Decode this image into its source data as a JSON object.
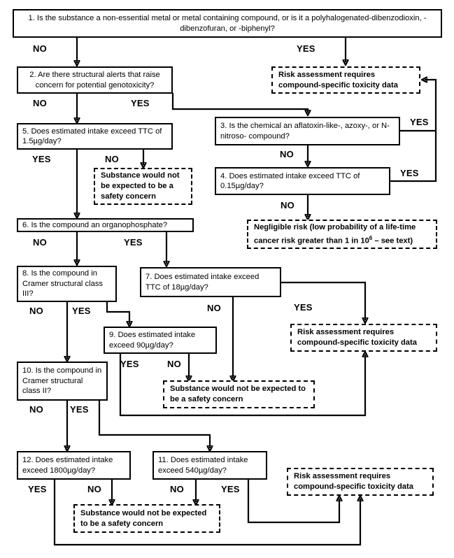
{
  "diagram": {
    "title": "TTC decision tree flowchart",
    "labels": {
      "yes": "YES",
      "no": "NO"
    },
    "nodes": {
      "q1": "1. Is the substance a non-essential metal or metal containing compound, or is it a polyhalogenated-dibenzodioxin, -dibenzofuran, or -biphenyl?",
      "q2": "2. Are there structural alerts that raise concern for potential genotoxicity?",
      "q3": "3. Is the chemical an aflatoxin-like-, azoxy-, or N-nitroso- compound?",
      "q4": "4. Does estimated intake exceed TTC of 0.15µg/day?",
      "q5": "5. Does estimated intake exceed TTC of 1.5µg/day?",
      "q6": "6. Is the compound an organophosphate?",
      "q7": "7. Does estimated intake exceed TTC of 18µg/day?",
      "q8": "8. Is the compound in Cramer structural class III?",
      "q9": "9. Does estimated intake exceed 90µg/day?",
      "q10": "10. Is the compound in Cramer structural class II?",
      "q11": "11. Does estimated intake exceed 540µg/day?",
      "q12": "12. Does estimated intake exceed 1800µg/day?"
    },
    "outcomes": {
      "risk1": "Risk assessment requires compound-specific toxicity data",
      "risk2": "Risk assessment requires compound-specific toxicity data",
      "risk3": "Risk assessment requires compound-specific toxicity data",
      "safe1": "Substance would not be expected to be a safety concern",
      "safe2": "Substance would not be expected to be a safety concern",
      "safe3": "Substance would not be expected to be a safety concern",
      "negligible_pre": "Negligible risk (low probability of a life-time cancer risk greater than 1 in 10",
      "negligible_sup": "6",
      "negligible_post": " – see text)"
    },
    "edge_labels": [
      {
        "id": "e1-no",
        "text": "NO"
      },
      {
        "id": "e1-yes",
        "text": "YES"
      },
      {
        "id": "e2-no",
        "text": "NO"
      },
      {
        "id": "e2-yes",
        "text": "YES"
      },
      {
        "id": "e3-yes",
        "text": "YES"
      },
      {
        "id": "e3-no",
        "text": "NO"
      },
      {
        "id": "e4-yes",
        "text": "YES"
      },
      {
        "id": "e4-no",
        "text": "NO"
      },
      {
        "id": "e5-yes",
        "text": "YES"
      },
      {
        "id": "e5-no",
        "text": "NO"
      },
      {
        "id": "e6-no",
        "text": "NO"
      },
      {
        "id": "e6-yes",
        "text": "YES"
      },
      {
        "id": "e7-no",
        "text": "NO"
      },
      {
        "id": "e7-yes",
        "text": "YES"
      },
      {
        "id": "e8-no",
        "text": "NO"
      },
      {
        "id": "e8-yes",
        "text": "YES"
      },
      {
        "id": "e9-yes",
        "text": "YES"
      },
      {
        "id": "e9-no",
        "text": "NO"
      },
      {
        "id": "e10-no",
        "text": "NO"
      },
      {
        "id": "e10-yes",
        "text": "YES"
      },
      {
        "id": "e12-yes",
        "text": "YES"
      },
      {
        "id": "e12-no",
        "text": "NO"
      },
      {
        "id": "e11-no",
        "text": "NO"
      },
      {
        "id": "e11-yes",
        "text": "YES"
      }
    ],
    "colors": {
      "stroke": "#000000",
      "background": "#ffffff"
    }
  }
}
